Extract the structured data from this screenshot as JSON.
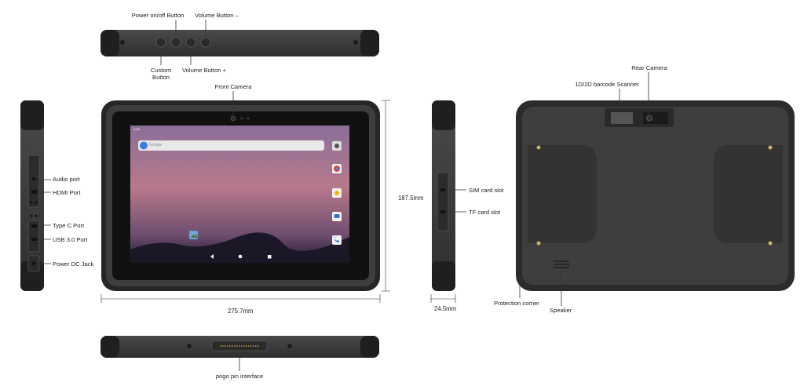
{
  "labels": {
    "power_button": "Power on/off Button",
    "volume_minus": "Volume Button –",
    "custom_button": "Custom Button",
    "volume_plus": "Volume Button +",
    "front_camera": "Front Camera",
    "audio_port": "Audio port",
    "hdmi_port": "HDMI Port",
    "type_c_port": "Type C Port",
    "usb_port": "USB 3.0 Port",
    "power_dc_jack": "Power DC Jack",
    "sim_slot": "SIM card slot",
    "tf_slot": "TF card slot",
    "rear_camera": "Rear Camera",
    "barcode_scanner": "1D/2D barcode Scanner",
    "protection_corner": "Protection corner",
    "speaker": "Speaker",
    "pogo_pin": "pogo pin interface"
  },
  "dimensions": {
    "height": "187.5mm",
    "width": "275.7mm",
    "thickness": "24.5mm"
  },
  "screen": {
    "status_time": "4:26",
    "search_hint": "Google"
  },
  "colors": {
    "device_body": "#3a3a3a",
    "screen_top": "#7e6a8c",
    "screen_bottom": "#2a2438",
    "label_line": "#333333"
  }
}
